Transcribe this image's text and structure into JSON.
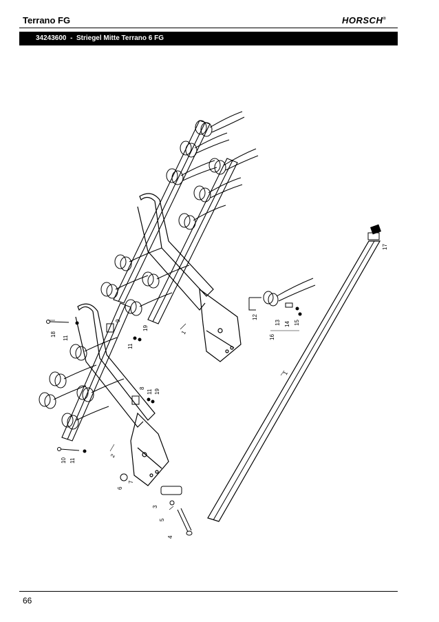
{
  "header": {
    "title": "Terrano FG",
    "logo_text": "HORSCH",
    "logo_mark": "®"
  },
  "title_bar": {
    "part_number": "34243600",
    "separator": "-",
    "description": "Striegel Mitte Terrano 6 FG"
  },
  "footer": {
    "page_number": "66"
  },
  "diagram": {
    "callouts": [
      "1",
      "1",
      "2",
      "3",
      "4",
      "5",
      "6",
      "7",
      "8",
      "9",
      "10",
      "11",
      "11",
      "11",
      "11",
      "12",
      "13",
      "14",
      "15",
      "16",
      "17",
      "18",
      "19",
      "19"
    ]
  }
}
